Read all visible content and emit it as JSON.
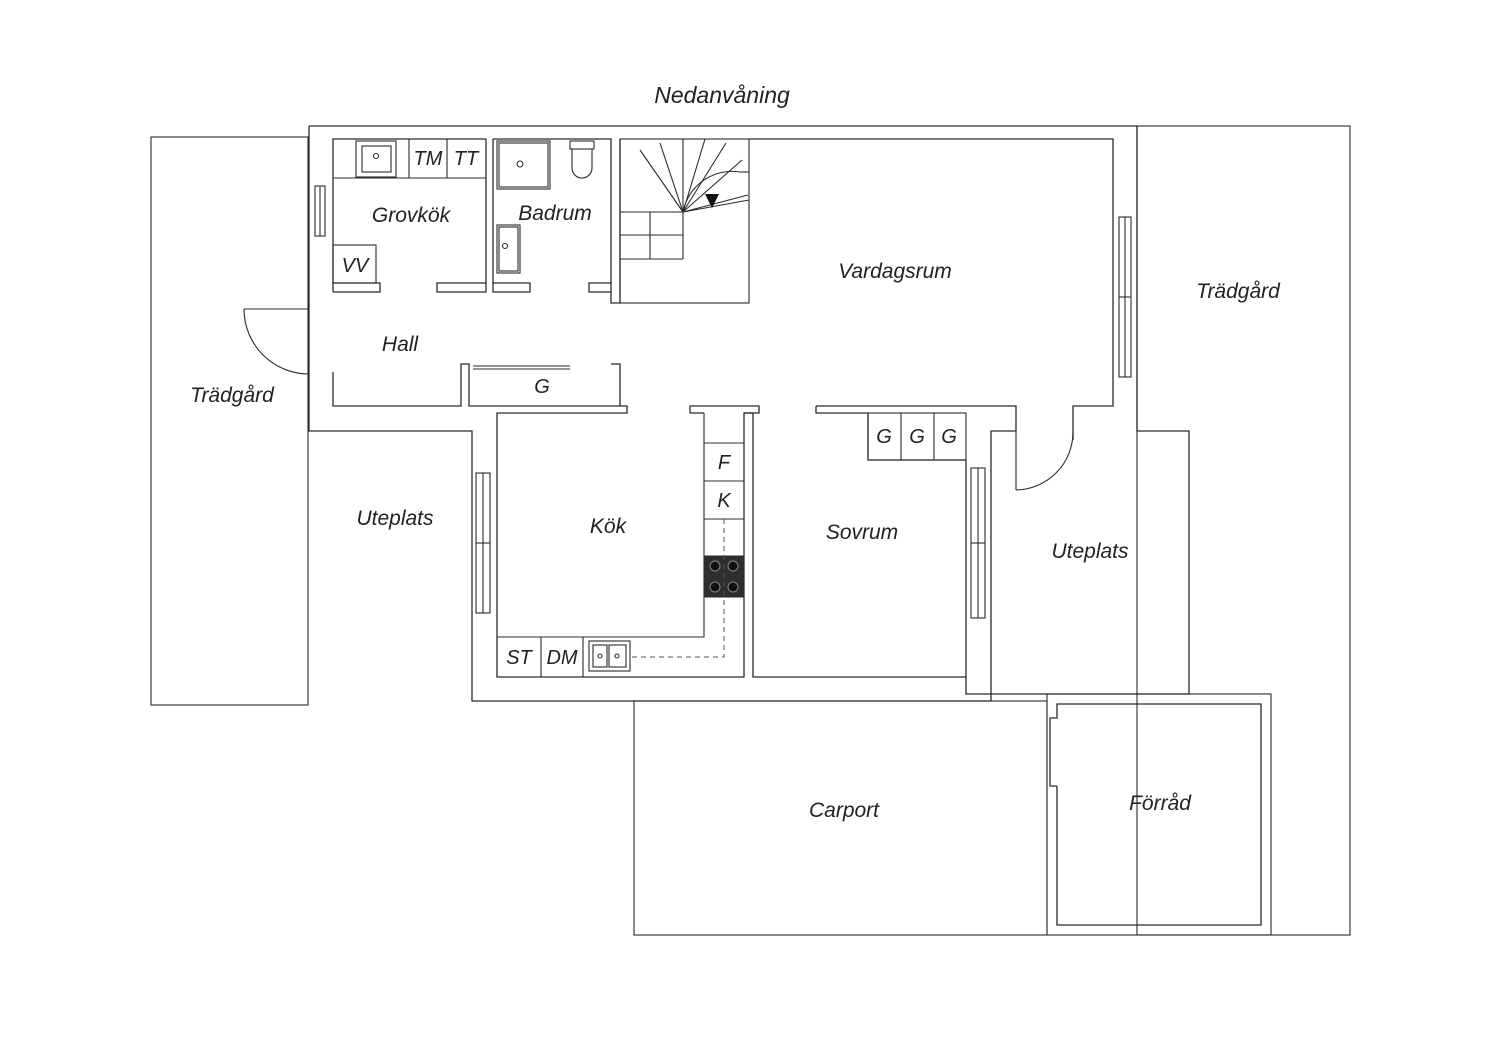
{
  "title": "Nedanvåning",
  "rooms": {
    "grovkok": "Grovkök",
    "badrum": "Badrum",
    "vardagsrum": "Vardagsrum",
    "tradgard_right": "Trädgård",
    "tradgard_left": "Trädgård",
    "hall": "Hall",
    "uteplats_left": "Uteplats",
    "kok": "Kök",
    "sovrum": "Sovrum",
    "uteplats_right": "Uteplats",
    "carport": "Carport",
    "forrad": "Förråd"
  },
  "appliances": {
    "tm": "TM",
    "tt": "TT",
    "vv": "VV",
    "g_hall": "G",
    "f": "F",
    "k": "K",
    "st": "ST",
    "dm": "DM",
    "g1": "G",
    "g2": "G",
    "g3": "G"
  }
}
